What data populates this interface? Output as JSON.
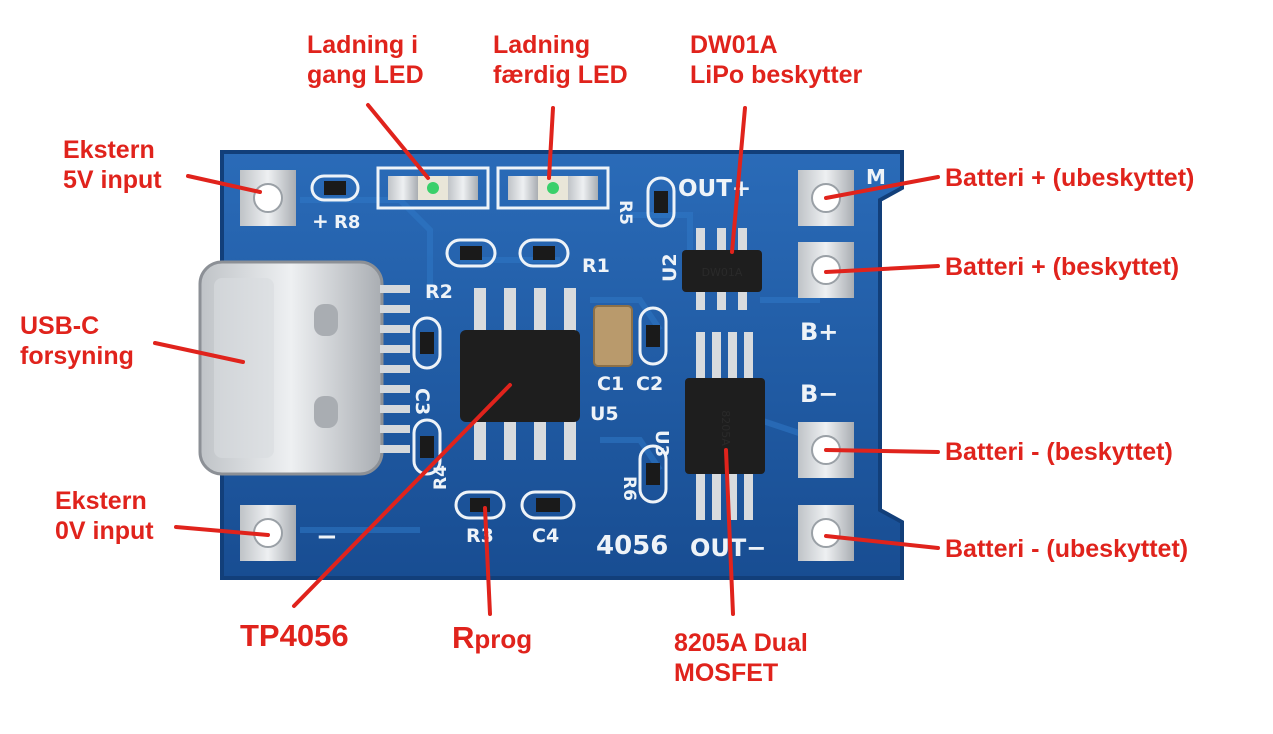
{
  "colors": {
    "label_red": "#e0231c",
    "pcb_blue": "#1d5aa6",
    "pcb_edge": "#123f7a",
    "silkscreen": "#eef3f8",
    "pad_silver": "#c9ccd0",
    "chip_black": "#1e1e1e"
  },
  "labels": {
    "ext5v": [
      "Ekstern",
      "5V input"
    ],
    "usbc": [
      "USB-C",
      "forsyning"
    ],
    "ext0v": [
      "Ekstern",
      "0V input"
    ],
    "chg_led": [
      "Ladning i",
      "gang LED"
    ],
    "done_led": [
      "Ladning",
      "færdig LED"
    ],
    "dw01": [
      "DW01A",
      "LiPo beskytter"
    ],
    "bat_plus_unprot": "Batteri + (ubeskyttet)",
    "bat_plus_prot": "Batteri + (beskyttet)",
    "bat_minus_prot": "Batteri - (beskyttet)",
    "bat_minus_unprot": "Batteri - (ubeskyttet)",
    "tp4056": "TP4056",
    "rprog_r": "R",
    "rprog_sub": "prog",
    "mosfet": [
      "8205A Dual",
      "MOSFET"
    ]
  },
  "silk": {
    "plus": "+",
    "r8": "R8",
    "r5": "R5",
    "out_plus": "OUT+",
    "m": "M",
    "r1": "R1",
    "r2": "R2",
    "u2": "U2",
    "b_plus": "B+",
    "c3": "C3",
    "c1": "C1",
    "c2": "C2",
    "b_minus": "B−",
    "u5": "U5",
    "u3": "U3",
    "r6": "R6",
    "r4": "R4",
    "minus": "−",
    "r3": "R3",
    "c4": "C4",
    "board_id": "4056",
    "out_minus": "OUT−"
  },
  "chips": {
    "u2_marking": "DW01A",
    "u3_marking": "8205A"
  },
  "icons": {
    "usb_c": "usb-c-connector-icon",
    "led": "smd-led-icon",
    "pad": "solder-pad-icon"
  }
}
